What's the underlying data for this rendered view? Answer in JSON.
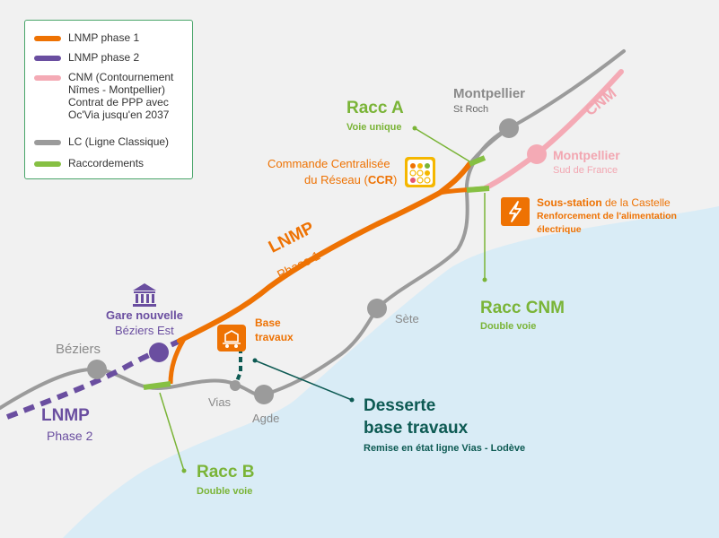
{
  "legend": {
    "items": [
      {
        "color": "#ee7203",
        "lines": [
          "LNMP phase 1"
        ]
      },
      {
        "color": "#6a4ea0",
        "lines": [
          "LNMP phase 2"
        ]
      },
      {
        "color": "#f4aab5",
        "lines": [
          "CNM (Contournement",
          "Nîmes - Montpellier)",
          "Contrat de PPP avec",
          "Oc'Via jusqu'en 2037"
        ]
      },
      {
        "color": "#9b9b9b",
        "lines": [
          "LC (Ligne Classique)"
        ]
      },
      {
        "color": "#86c043",
        "lines": [
          "Raccordements"
        ]
      }
    ]
  },
  "colors": {
    "lnmp1": "#ee7203",
    "lnmp2": "#6a4ea0",
    "cnm": "#f4aab5",
    "lc": "#9b9b9b",
    "racc": "#86c043",
    "sea": "#d9ecf6",
    "desserte": "#0d5a53"
  },
  "cities": {
    "montpellier": {
      "name": "Montpellier",
      "sub": "St Roch"
    },
    "montpellier_sf": {
      "name": "Montpellier",
      "sub": "Sud de France"
    },
    "sete": "Sète",
    "beziers": "Béziers",
    "vias": "Vias",
    "agde": "Agde"
  },
  "gare": {
    "line1": "Gare nouvelle",
    "line2": "Béziers Est",
    "icon": "station-building-icon"
  },
  "cnm_label": "CNM",
  "lnmp1_label": {
    "main": "LNMP",
    "sub": "Phase 1"
  },
  "lnmp2_label": {
    "main": "LNMP",
    "sub": "Phase 2"
  },
  "racc_a": {
    "title": "Racc A",
    "sub": "Voie unique"
  },
  "racc_b": {
    "title": "Racc B",
    "sub": "Double voie"
  },
  "racc_cnm": {
    "title": "Racc CNM",
    "sub": "Double voie"
  },
  "ccr": {
    "line1": "Commande Centralisée",
    "line2_pre": "du Réseau (",
    "line2_bold": "CCR",
    "line2_post": ")",
    "icon": "signal-panel-icon"
  },
  "sous_station": {
    "bold": "Sous-station",
    "rest": " de la Castelle",
    "line2": "Renforcement de l'alimentation",
    "line3": "électrique",
    "icon": "lightning-icon"
  },
  "base_travaux": {
    "line1": "Base",
    "line2": "travaux",
    "icon": "work-train-icon"
  },
  "desserte": {
    "line1": "Desserte",
    "line2": "base travaux",
    "sub": "Remise en état ligne Vias - Lodève"
  }
}
